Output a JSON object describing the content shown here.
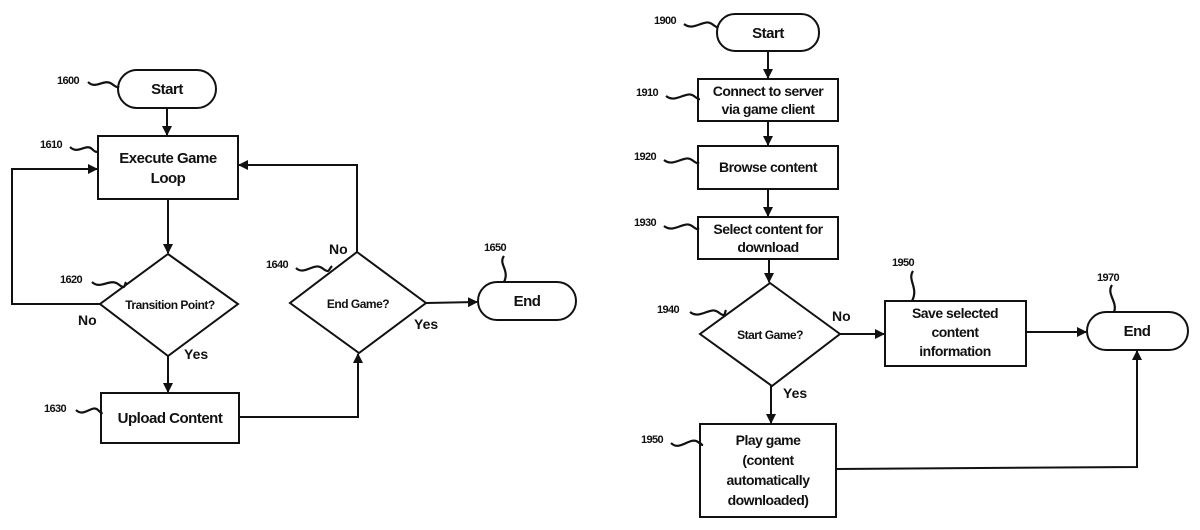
{
  "figure_left": {
    "nodes": {
      "start": {
        "ref": "1600",
        "label": "Start"
      },
      "execute": {
        "ref": "1610",
        "label_lines": [
          "Execute Game",
          "Loop"
        ]
      },
      "transition": {
        "ref": "1620",
        "label": "Transition Point?"
      },
      "upload": {
        "ref": "1630",
        "label": "Upload Content"
      },
      "endgame": {
        "ref": "1640",
        "label": "End Game?"
      },
      "end": {
        "ref": "1650",
        "label": "End"
      }
    },
    "edges": {
      "transition_no": "No",
      "transition_yes": "Yes",
      "endgame_no": "No",
      "endgame_yes": "Yes"
    }
  },
  "figure_right": {
    "nodes": {
      "start": {
        "ref": "1900",
        "label": "Start"
      },
      "connect": {
        "ref": "1910",
        "label_lines": [
          "Connect to server",
          "via game client"
        ]
      },
      "browse": {
        "ref": "1920",
        "label": "Browse content"
      },
      "select": {
        "ref": "1930",
        "label_lines": [
          "Select content for",
          "download"
        ]
      },
      "startgame": {
        "ref": "1940",
        "label": "Start Game?"
      },
      "save": {
        "ref": "1950",
        "label_lines": [
          "Save selected",
          "content",
          "information"
        ]
      },
      "play": {
        "ref": "1950",
        "label_lines": [
          "Play game",
          "(content",
          "automatically",
          "downloaded)"
        ]
      },
      "end": {
        "ref": "1970",
        "label": "End"
      }
    },
    "edges": {
      "startgame_no": "No",
      "startgame_yes": "Yes"
    }
  }
}
